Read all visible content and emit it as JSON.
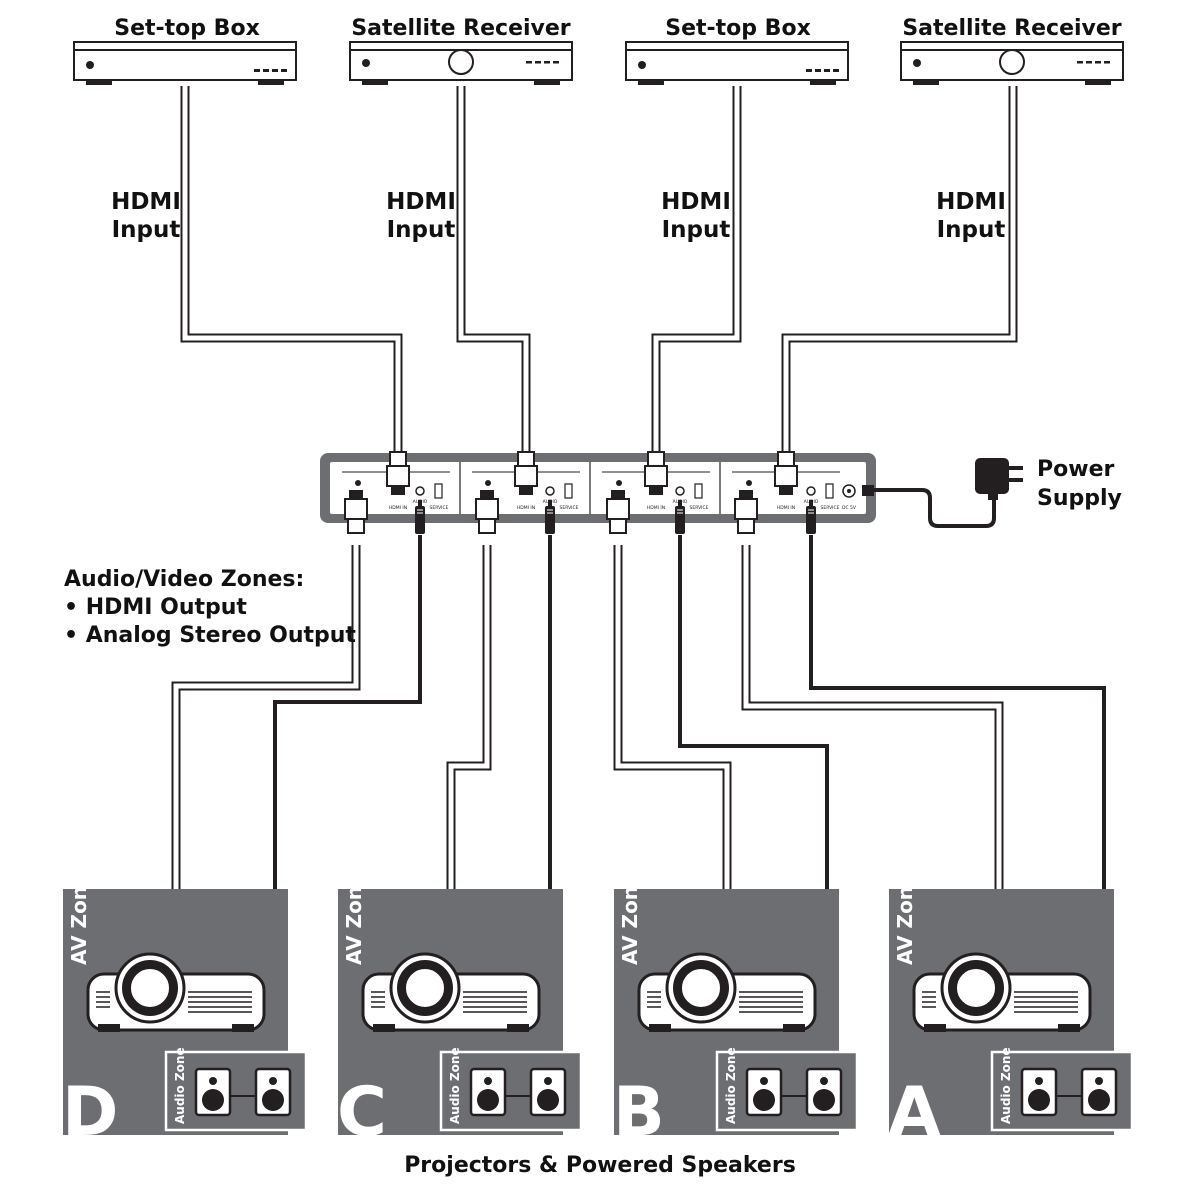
{
  "sources": [
    {
      "label": "Set-top Box",
      "type": "set-top-box"
    },
    {
      "label": "Satellite Receiver",
      "type": "satellite-receiver"
    },
    {
      "label": "Set-top Box",
      "type": "set-top-box"
    },
    {
      "label": "Satellite Receiver",
      "type": "satellite-receiver"
    }
  ],
  "hdmi_input": {
    "line1": "HDMI",
    "line2": "Input"
  },
  "switcher": {
    "port_labels": {
      "hdmi_in": "HDMI IN",
      "audio": "AUDIO",
      "service": "SERVICE",
      "dc": "DC 5V"
    }
  },
  "power_supply": {
    "line1": "Power",
    "line2": "Supply"
  },
  "zones_info": {
    "title": "Audio/Video Zones:",
    "items": [
      "• HDMI Output",
      "• Analog Stereo Output"
    ]
  },
  "zones": [
    {
      "letter": "D",
      "av_label": "AV Zone",
      "audio_label": "Audio Zone"
    },
    {
      "letter": "C",
      "av_label": "AV Zone",
      "audio_label": "Audio Zone"
    },
    {
      "letter": "B",
      "av_label": "AV Zone",
      "audio_label": "Audio Zone"
    },
    {
      "letter": "A",
      "av_label": "AV Zone",
      "audio_label": "Audio Zone"
    }
  ],
  "footer": "Projectors & Powered Speakers",
  "colors": {
    "zone_fill": "#6d6e71",
    "cable_dark": "#231f20",
    "cable_light": "#ffffff",
    "panel": "#6d6e71"
  }
}
